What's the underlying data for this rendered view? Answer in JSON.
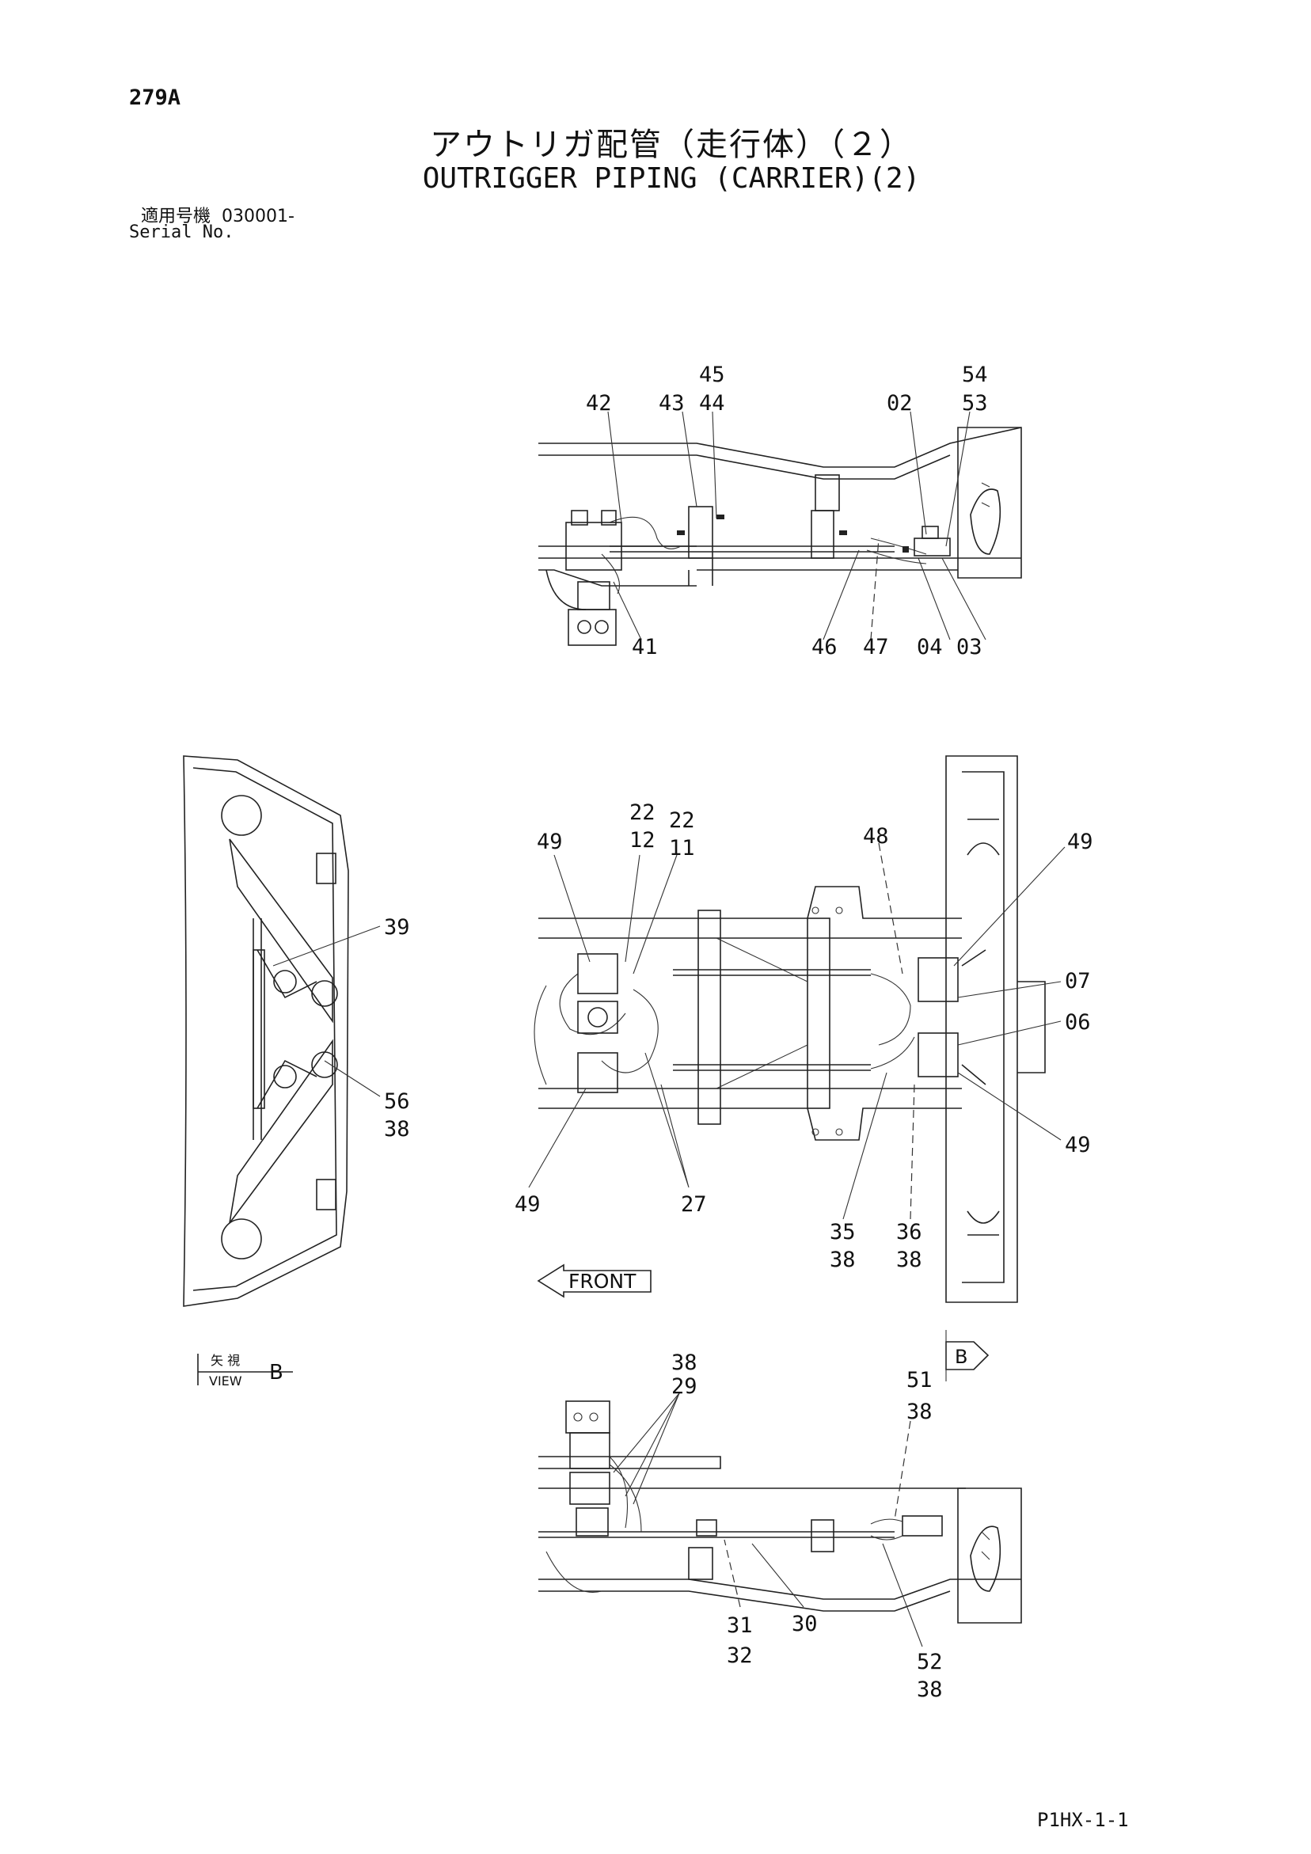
{
  "page_number": "279A",
  "title_jp": "アウトリガ配管（走行体）（２）",
  "title_en": "OUTRIGGER PIPING (CARRIER)(2)",
  "serial": {
    "label_jp": "適用号機",
    "value": "030001-",
    "label_en": "Serial No."
  },
  "footer_code": "P1HX-1-1",
  "front_label": "FRONT",
  "view_label": {
    "jp": "矢 視",
    "en": "VIEW",
    "letter": "B"
  },
  "view_marker": "B",
  "callouts": {
    "top": [
      "45",
      "44",
      "54",
      "53",
      "42",
      "43",
      "02",
      "41",
      "46",
      "47",
      "04",
      "03"
    ],
    "middle": [
      "22",
      "12",
      "22",
      "11",
      "48",
      "49",
      "49",
      "07",
      "06",
      "49",
      "49",
      "27",
      "35",
      "38",
      "36",
      "38"
    ],
    "side": [
      "39",
      "56",
      "38"
    ],
    "bottom": [
      "38",
      "29",
      "51",
      "38",
      "30",
      "31",
      "32",
      "52",
      "38"
    ]
  }
}
